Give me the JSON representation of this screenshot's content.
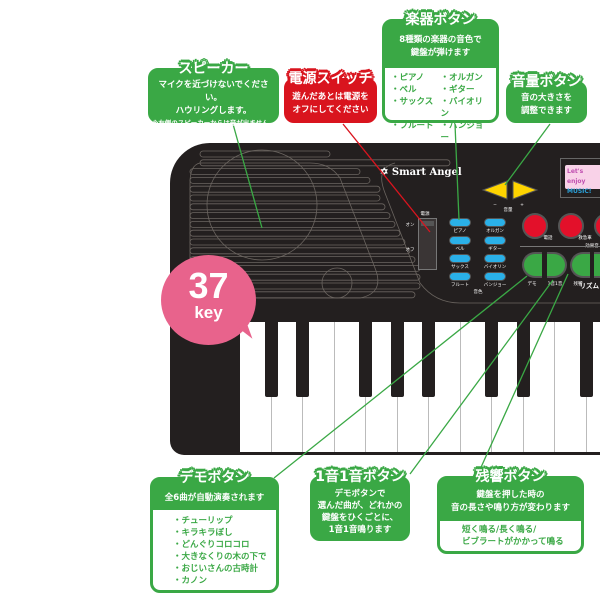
{
  "brand": "Smart Angel",
  "screen_text": [
    "Let's enjoy",
    "MUSIC!"
  ],
  "badge": {
    "number": "37",
    "unit": "key"
  },
  "colors": {
    "green": "#3aa845",
    "red": "#d9141e",
    "pink": "#e8638c",
    "blue": "#2ab0e8",
    "yellow": "#ffd400",
    "body": "#231f1f"
  },
  "callouts": {
    "speaker": {
      "title": "スピーカー",
      "lines": [
        "マイクを近づけないでください。",
        "ハウリングします。"
      ],
      "note": "※右側のスピーカーからは音が出ません。"
    },
    "power": {
      "title": "電源スイッチ",
      "lines": [
        "遊んだあとは電源を",
        "オフにしてください"
      ]
    },
    "instrument": {
      "title": "楽器ボタン",
      "lines": [
        "8種類の楽器の音色で",
        "鍵盤が弾けます"
      ],
      "items": [
        "・ピアノ",
        "・オルガン",
        "・ベル",
        "・ギター",
        "・サックス",
        "・バイオリン",
        "・フルート",
        "・バンジョー"
      ]
    },
    "volume": {
      "title": "音量ボタン",
      "lines": [
        "音の大きさを",
        "調整できます"
      ]
    },
    "demo": {
      "title": "デモボタン",
      "lines": [
        "全6曲が自動演奏されます"
      ],
      "items": [
        "・チューリップ",
        "・キラキラぼし",
        "・どんぐりコロコロ",
        "・大きなくりの木の下で",
        "・おじいさんの古時計",
        "・カノン"
      ]
    },
    "onebyone": {
      "title": "1音1音ボタン",
      "lines": [
        "デモボタンで",
        "選んだ曲が、どれかの",
        "鍵盤をひくごとに、",
        "1音1音鳴ります"
      ]
    },
    "sustain": {
      "title": "残響ボタン",
      "lines": [
        "鍵盤を押した時の",
        "音の長さや鳴り方が変わります"
      ],
      "items": [
        "短く鳴る/長く鳴る/",
        "ビブラートがかかって鳴る"
      ]
    }
  },
  "panel": {
    "power_label": "電源",
    "on": "オン",
    "off": "オフ",
    "instruments": [
      "ピアノ",
      "オルガン",
      "ベル",
      "ギター",
      "サックス",
      "バイオリン",
      "フルート",
      "バンジョー"
    ],
    "instrument_group": "音色",
    "volume_minus": "−",
    "volume_plus": "+",
    "volume_group": "音量",
    "effect_buttons": [
      "電話",
      "救急車"
    ],
    "effect_group": "効果音",
    "function_buttons": [
      "デモ",
      "1音1音",
      "残響",
      "リズム"
    ]
  }
}
